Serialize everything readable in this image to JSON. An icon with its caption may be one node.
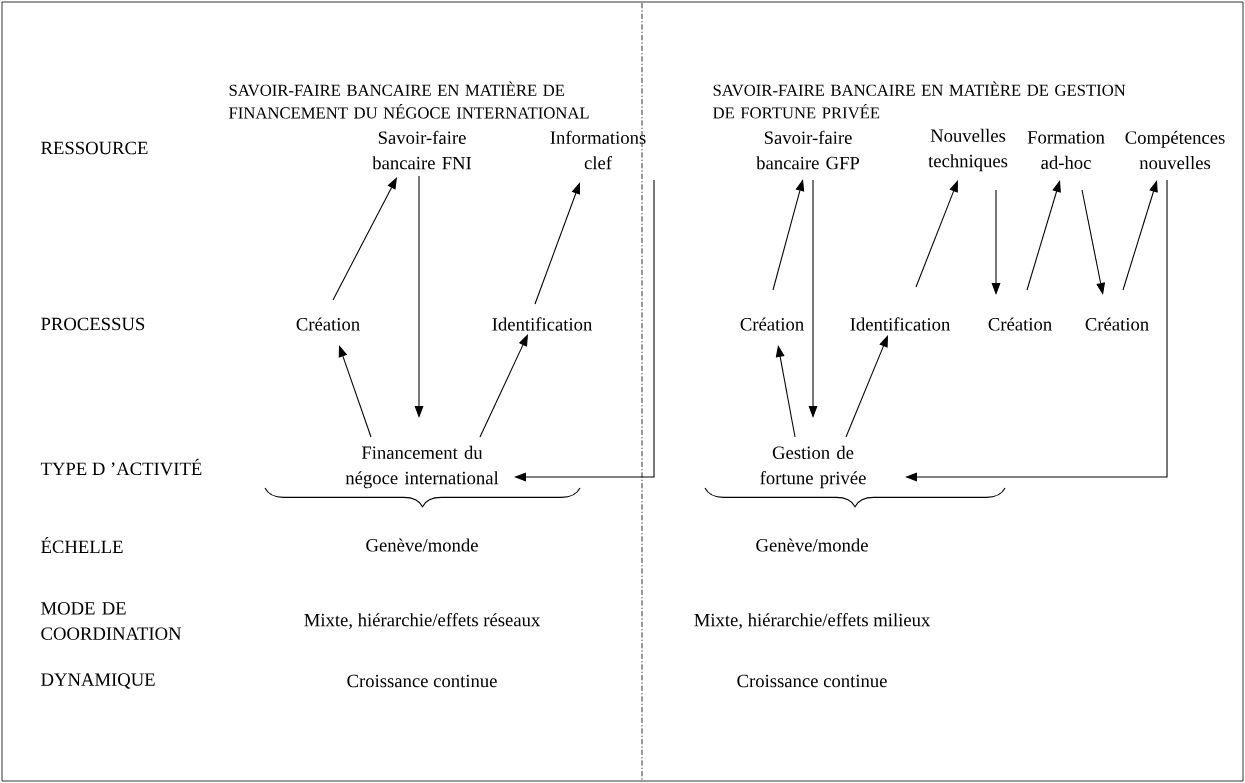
{
  "diagram": {
    "nodes": [
      {
        "text": [
          "Savoir-faire bancaire FNI"
        ]
      },
      {
        "text": [
          "Informations clef"
        ]
      },
      {
        "text": [
          "Création"
        ]
      },
      {
        "text": [
          "Identification"
        ]
      },
      {
        "text": [
          "Financement du négoce international"
        ]
      },
      {
        "text": [
          "Savoir-faire bancaire GFP"
        ]
      },
      {
        "text": [
          "Nouvelles techniques"
        ]
      },
      {
        "text": [
          "Formation ad-hoc"
        ]
      },
      {
        "text": [
          "Compétences nouvelles"
        ]
      },
      {
        "text": [
          "Création"
        ]
      },
      {
        "text": [
          "Identification"
        ]
      },
      {
        "text": [
          "Création"
        ]
      },
      {
        "text": [
          "Création"
        ]
      },
      {
        "text": [
          "Gestion de fortune privée"
        ]
      }
    ],
    "edges": [
      {
        "from": 2,
        "to": 0,
        "arrow": "to"
      },
      {
        "from": 0,
        "to": 4,
        "arrow": "to"
      },
      {
        "from": 3,
        "to": 1,
        "arrow": "to"
      },
      {
        "from": 1,
        "to": 4,
        "arrow": "to"
      },
      {
        "from": 4,
        "to": 2,
        "arrow": "to"
      },
      {
        "from": 4,
        "to": 3,
        "arrow": "to"
      },
      {
        "from": 9,
        "to": 5,
        "arrow": "to"
      },
      {
        "from": 5,
        "to": 13,
        "arrow": "to"
      },
      {
        "from": 10,
        "to": 6,
        "arrow": "to"
      },
      {
        "from": 6,
        "to": 11,
        "arrow": "to"
      },
      {
        "from": 11,
        "to": 7,
        "arrow": "to"
      },
      {
        "from": 7,
        "to": 12,
        "arrow": "to"
      },
      {
        "from": 12,
        "to": 8,
        "arrow": "to"
      },
      {
        "from": 8,
        "to": 13,
        "arrow": "to"
      },
      {
        "from": 13,
        "to": 9,
        "arrow": "to"
      },
      {
        "from": 13,
        "to": 10,
        "arrow": "to"
      }
    ],
    "labels": [
      "SAVOIR-FAIRE BANCAIRE EN MATIÈRE DE FINANCEMENT DU NÉGOCE INTERNATIONAL",
      "SAVOIR-FAIRE BANCAIRE EN MATIÈRE DE GESTION DE FORTUNE PRIVÉE",
      "RESSOURCE",
      "PROCESSUS",
      "TYPE D ’ACTIVITÉ",
      "ÉCHELLE",
      "Genève/monde",
      "Genève/monde",
      "MODE DE COORDINATION",
      "Mixte, hiérarchie/effets réseaux",
      "Mixte, hiérarchie/effets milieux",
      "DYNAMIQUE",
      "Croissance continue",
      "Croissance continue"
    ]
  }
}
